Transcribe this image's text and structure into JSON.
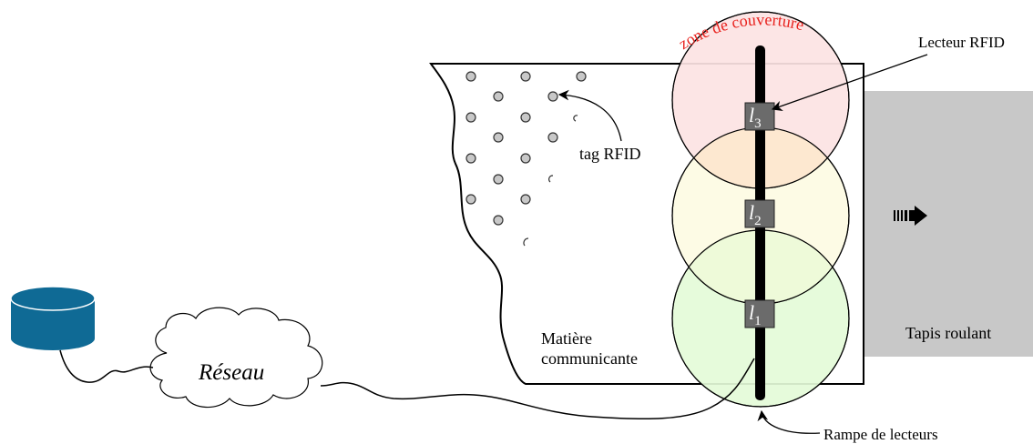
{
  "diagram": {
    "labels": {
      "coverage_zone": "zone de couverture",
      "reader": "Lecteur RFID",
      "tag": "tag RFID",
      "material_line1": "Matière",
      "material_line2": "communicante",
      "network": "Réseau",
      "conveyor": "Tapis roulant",
      "reader_ramp": "Rampe de lecteurs"
    },
    "readers": [
      {
        "id": "l3",
        "base": "l",
        "sub": "3"
      },
      {
        "id": "l2",
        "base": "l",
        "sub": "2"
      },
      {
        "id": "l1",
        "base": "l",
        "sub": "1"
      }
    ],
    "colors": {
      "zone_top": "#fce3e3",
      "zone_middle": "#fdfbe3",
      "zone_bottom": "#e4fbd8",
      "zone_label": "#e8221e",
      "reader_box": "#6b6b6b",
      "conveyor": "#c8c8c8",
      "database": "#0f6a95",
      "tag": "#c8c8c8"
    },
    "icons": {
      "database": "database-icon",
      "cloud": "cloud-icon",
      "direction": "direction-arrow-icon"
    }
  }
}
